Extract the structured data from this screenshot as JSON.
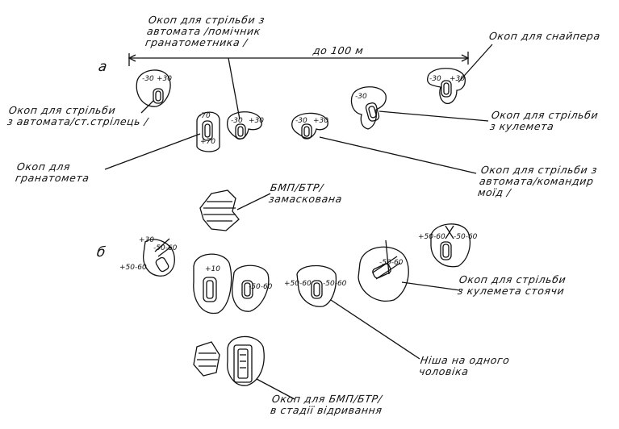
{
  "sections": {
    "a": "а",
    "b": "б"
  },
  "distance_label": "до 100 м",
  "labels": {
    "rifle_grenadier": "Окоп для стрільби з\nавтомата /помічник\nгранатометника /",
    "sniper": "Окоп для снайпера",
    "rifleman": "Окоп для стрільби\nз автомата/ст.стрілець /",
    "machine_gun": "Окоп для стрільби\nз кулемета",
    "grenade_launcher": "Окоп для\nгранатомета",
    "commander": "Окоп для стрільби з\nавтомата/командир\nмоїд /",
    "bmp_camouflaged": "БМП/БТР/\nзамаскована",
    "mg_standing": "Окоп для стрільби\nз кулемета стоячи",
    "niche": "Ніша на одного\nчоловіка",
    "bmp_digging": "Окоп для БМП/БТР/\nв стадії відривання"
  },
  "sector_marks": [
    "-30",
    "+30",
    "-70",
    "+70",
    "+10",
    "+50-60",
    "-50-60"
  ],
  "colors": {
    "ink": "#111111",
    "paper": "#ffffff"
  }
}
